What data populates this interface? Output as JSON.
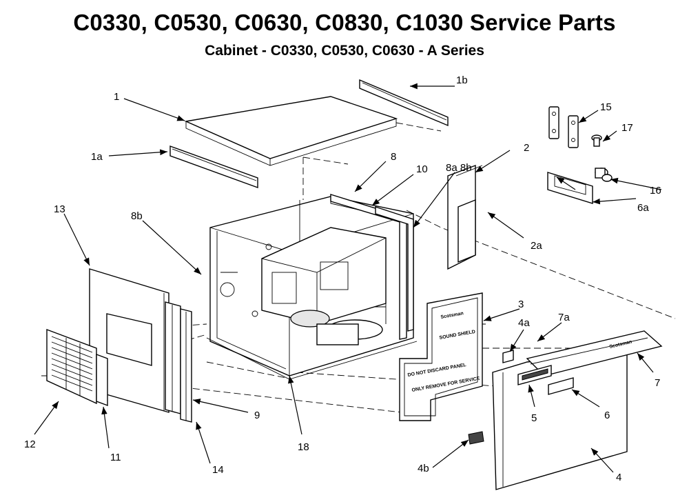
{
  "header": {
    "title": "C0330, C0530, C0630, C0830, C1030 Service Parts",
    "subtitle": "Cabinet - C0330, C0530, C0630 - A Series"
  },
  "callouts": {
    "c1": "1",
    "c1a": "1a",
    "c1b": "1b",
    "c2": "2",
    "c2a": "2a",
    "c3": "3",
    "c4": "4",
    "c4a": "4a",
    "c4b": "4b",
    "c5": "5",
    "c6": "6",
    "c6a": "6a",
    "c7": "7",
    "c7a": "7a",
    "c8": "8",
    "c8a8b": "8a 8b",
    "c8b": "8b",
    "c9": "9",
    "c10": "10",
    "c11": "11",
    "c12": "12",
    "c13": "13",
    "c14": "14",
    "c15": "15",
    "c16": "16",
    "c17": "17",
    "c18": "18"
  },
  "panel_text": {
    "brand": "Scotsman",
    "sound_shield": "SOUND SHIELD",
    "warn_line1": "DO NOT DISCARD PANEL",
    "warn_line2": "ONLY REMOVE FOR SERVICE"
  }
}
